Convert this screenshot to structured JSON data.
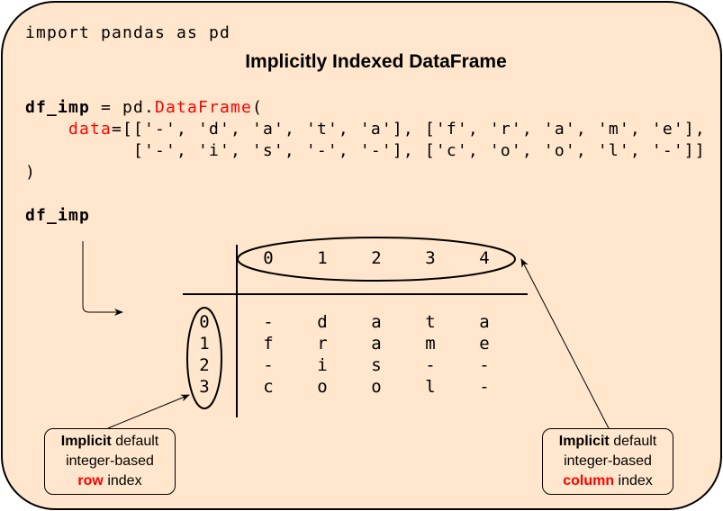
{
  "code": {
    "line1": "import pandas as pd",
    "line2_var": "df_imp",
    "line2_rest": " = pd.",
    "line2_func": "DataFrame",
    "line2_end": "(",
    "line3_indent": "    ",
    "line3_kw": "data",
    "line3_rest": "=[['-', 'd', 'a', 't', 'a'], ['f', 'r', 'a', 'm', 'e'],",
    "line4": "          ['-', 'i', 's', '-', '-'], ['c', 'o', 'o', 'l', '-']]",
    "line5": ")",
    "line6": "df_imp"
  },
  "title": "Implicitly Indexed DataFrame",
  "table": {
    "columns": [
      "0",
      "1",
      "2",
      "3",
      "4"
    ],
    "index": [
      "0",
      "1",
      "2",
      "3"
    ],
    "rows": [
      [
        "-",
        "d",
        "a",
        "t",
        "a"
      ],
      [
        "f",
        "r",
        "a",
        "m",
        "e"
      ],
      [
        "-",
        "i",
        "s",
        "-",
        "-"
      ],
      [
        "c",
        "o",
        "o",
        "l",
        "-"
      ]
    ]
  },
  "notes": {
    "row": {
      "bold": "Implicit",
      "line1_rest": " default",
      "line2": "integer-based",
      "highlight": "row",
      "line3_rest": " index"
    },
    "column": {
      "bold": "Implicit",
      "line1_rest": " default",
      "line2": "integer-based",
      "highlight": "column",
      "line3_rest": " index"
    }
  },
  "colors": {
    "background": "#FFE6CC",
    "highlight": "#FF0000"
  }
}
